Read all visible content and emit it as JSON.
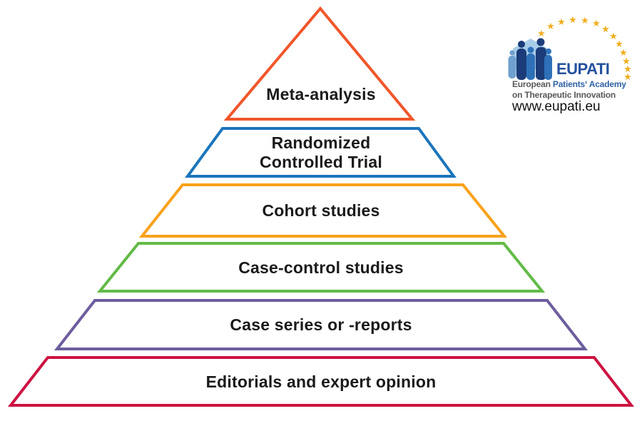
{
  "pyramid": {
    "text_color": "#1A1A1A",
    "levels": [
      {
        "label": "Meta-analysis",
        "color": "#F1562A"
      },
      {
        "label": "Randomized Controlled Trial",
        "lines": [
          "Randomized",
          "Controlled Trial"
        ],
        "color": "#1B75BC"
      },
      {
        "label": "Cohort studies",
        "color": "#F9A21B"
      },
      {
        "label": "Case-control studies",
        "color": "#62BB46"
      },
      {
        "label": "Case series or -reports",
        "color": "#6E5D9E"
      },
      {
        "label": "Editorials and expert opinion",
        "color": "#CD1342"
      }
    ]
  },
  "logo": {
    "acronym": "EUPATI",
    "acronym_color": "#24519E",
    "tagline_part1": "European ",
    "tagline_part2": "Patients‘ Academy",
    "tagline_line2": "on Therapeutic Innovation",
    "tagline_gray": "#58595B",
    "tagline_blue": "#2E62A5",
    "website": "www.eupati.eu",
    "star_glyph": "★",
    "star_color": "#F2AC1D",
    "people_bg": "#A9CDE9",
    "people_navy": "#1B3C78",
    "people_blue": "#2E71B8",
    "people_lightblue": "#6FA0CF"
  }
}
